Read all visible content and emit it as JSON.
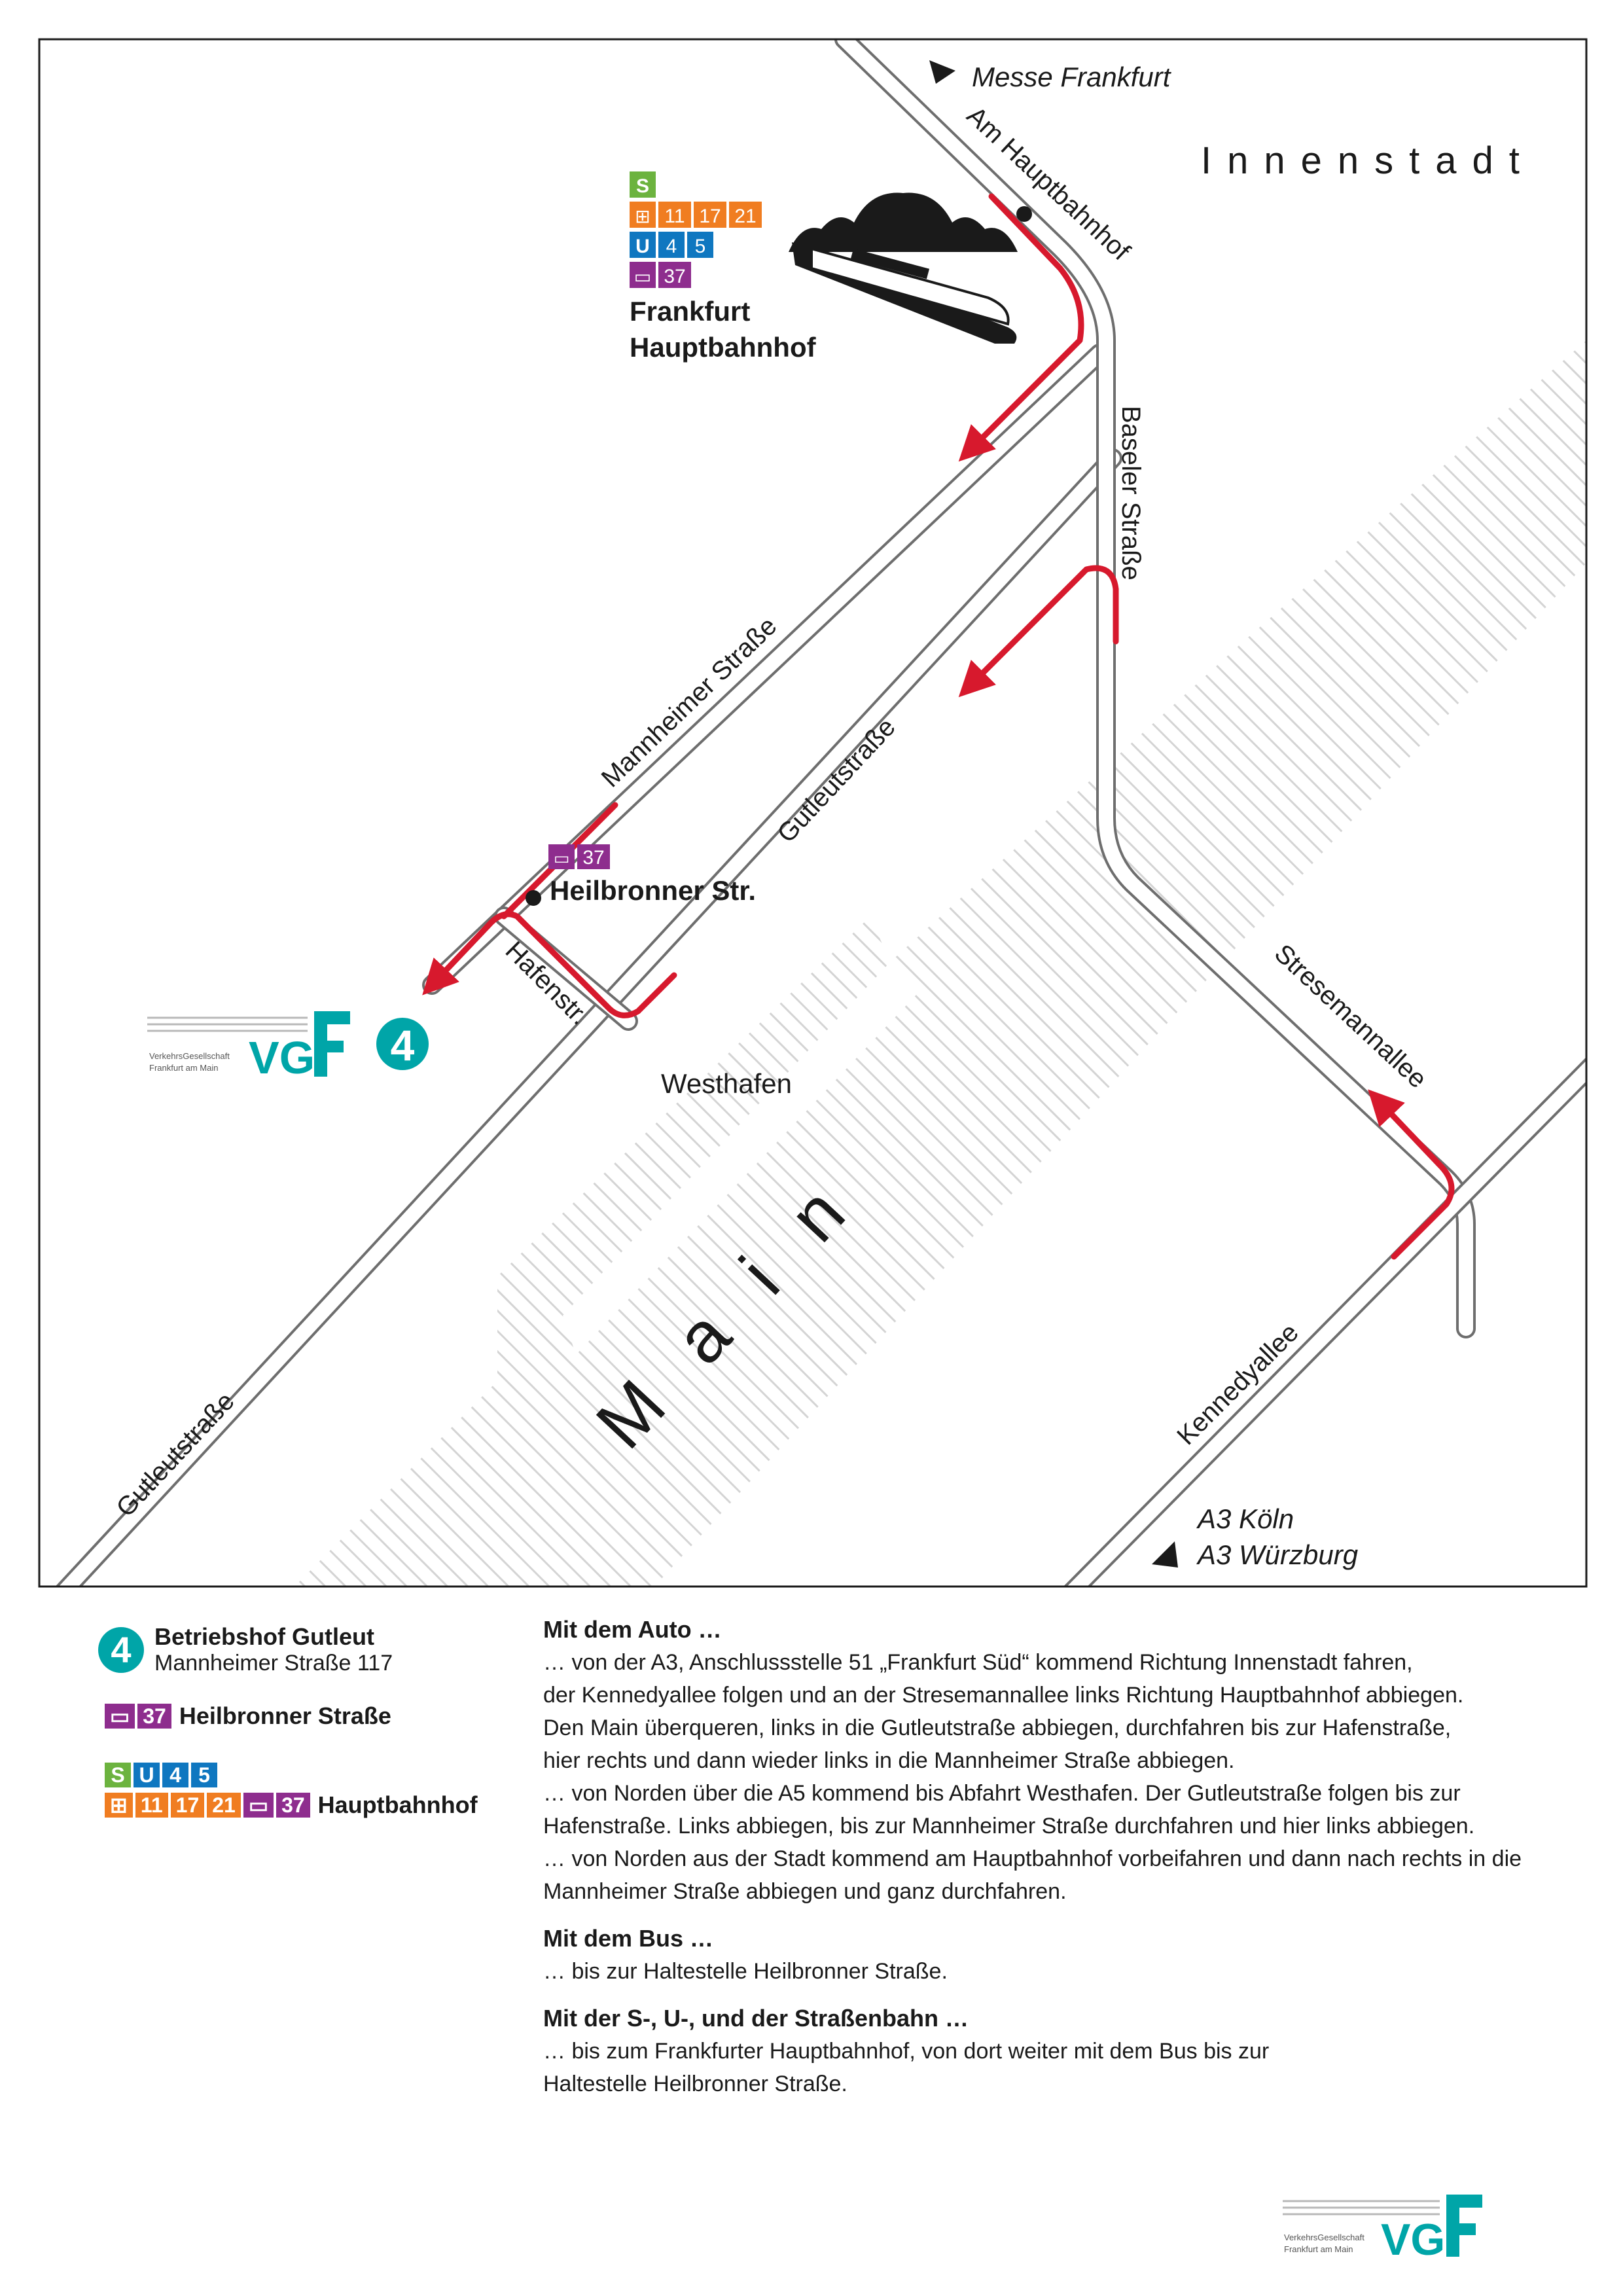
{
  "map": {
    "district_label": "Innenstadt",
    "river_label": "Main",
    "area_label": "Westhafen",
    "destinations": {
      "messe": "Messe Frankfurt",
      "a3_koeln": "A3 Köln",
      "a3_wuerzburg": "A3 Würzburg"
    },
    "streets": {
      "am_hauptbahnhof": "Am Hauptbahnhof",
      "baseler_strasse": "Baseler Straße",
      "mannheimer_strasse": "Mannheimer Straße",
      "gutleutstrasse_upper": "Gutleutstraße",
      "gutleutstrasse_lower": "Gutleutstraße",
      "hafenstrasse": "Hafenstr.",
      "stresemannallee": "Stresemannallee",
      "kennedyallee": "Kennedyallee"
    },
    "station": {
      "name_line1": "Frankfurt",
      "name_line2": "Hauptbahnhof",
      "s_label": "S",
      "tram_lines": [
        "11",
        "17",
        "21"
      ],
      "u_label": "U",
      "u_lines": [
        "4",
        "5"
      ],
      "bus_line": "37"
    },
    "bus_stop": {
      "name": "Heilbronner Str.",
      "bus_line": "37"
    },
    "site_marker": "4",
    "logo": {
      "line1": "VerkehrsGesellschaft",
      "line2": "Frankfurt am Main",
      "mark": "VG"
    },
    "colors": {
      "route": "#d7192d",
      "road": "#6e6e6e",
      "teal": "#00a5a8",
      "s_bahn": "#6cb33f",
      "u_bahn": "#0f77c0",
      "tram": "#f07d21",
      "bus": "#8e2d8e"
    }
  },
  "legend": {
    "site_number": "4",
    "site_name": "Betriebshof Gutleut",
    "site_address": "Mannheimer Straße 117",
    "bus_line": "37",
    "bus_stop": "Heilbronner Straße",
    "s_label": "S",
    "u_label": "U",
    "u_lines": [
      "4",
      "5"
    ],
    "tram_lines": [
      "11",
      "17",
      "21"
    ],
    "station": "Hauptbahnhof"
  },
  "directions": {
    "car_heading": "Mit dem Auto …",
    "car_lines": [
      "… von der A3, Anschlussstelle 51 „Frankfurt Süd“ kommend Richtung Innenstadt fahren,",
      "der Kennedyallee folgen und an der Stresemannallee links Richtung Hauptbahnhof abbiegen.",
      "Den Main überqueren, links in die Gutleutstraße abbiegen, durchfahren bis zur Hafenstraße,",
      "hier rechts und dann wieder links in die Mannheimer Straße abbiegen.",
      "… von Norden über die A5 kommend bis Abfahrt Westhafen. Der Gutleutstraße folgen bis zur",
      "Hafenstraße. Links abbiegen, bis zur Mannheimer Straße durchfahren und hier links abbiegen.",
      "… von Norden aus der Stadt kommend am Hauptbahnhof vorbeifahren und dann nach rechts in die",
      "Mannheimer Straße abbiegen und ganz durchfahren."
    ],
    "bus_heading": "Mit dem Bus …",
    "bus_lines": [
      "… bis zur Haltestelle Heilbronner Straße."
    ],
    "rail_heading": "Mit der S-, U-, und der Straßenbahn …",
    "rail_lines": [
      "… bis zum Frankfurter Hauptbahnhof, von dort weiter mit dem Bus bis zur",
      "Haltestelle Heilbronner Straße."
    ]
  }
}
